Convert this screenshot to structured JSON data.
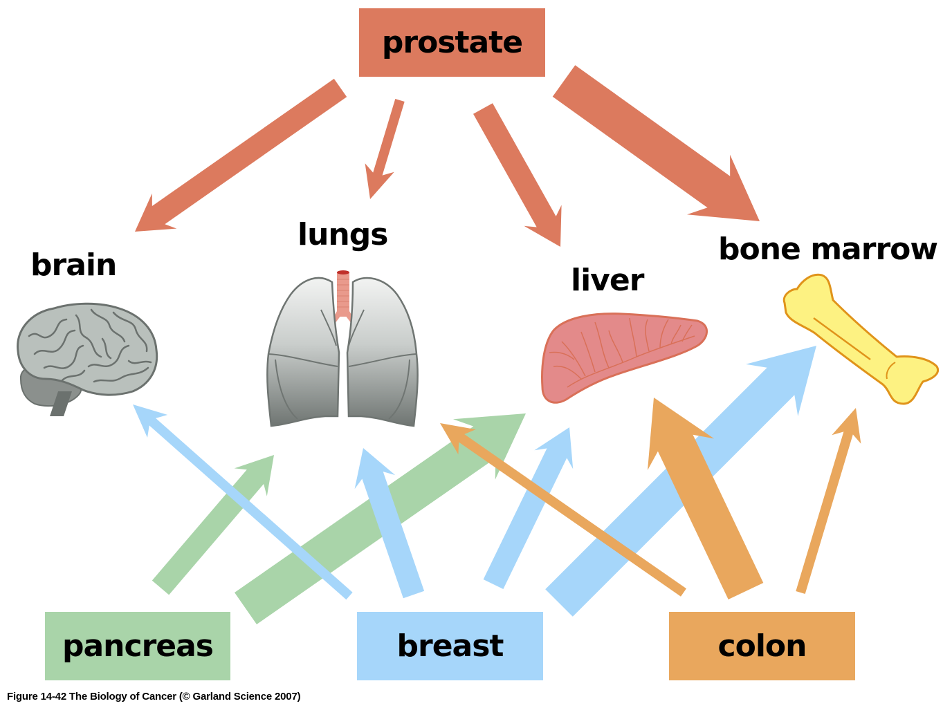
{
  "colors": {
    "prostate": "#dc7a5e",
    "pancreas": "#a9d4a9",
    "breast": "#a6d6fa",
    "colon": "#e9a75d",
    "liver_fill": "#e38a8a",
    "liver_stroke": "#d97058",
    "bone_fill": "#fdf282",
    "bone_stroke": "#e0931a",
    "brain_fill": "#b9c0bc",
    "brain_stroke": "#6b716e",
    "lung_light": "#e6e8e7",
    "lung_dark": "#6f7572",
    "trachea": "#e99a8c"
  },
  "sources": {
    "prostate": "prostate",
    "pancreas": "pancreas",
    "breast": "breast",
    "colon": "colon"
  },
  "targets": {
    "brain": "brain",
    "lungs": "lungs",
    "liver": "liver",
    "bone_marrow": "bone marrow"
  },
  "icons": {
    "brain": "brain-icon",
    "lungs": "lungs-icon",
    "liver": "liver-icon",
    "bone": "bone-icon"
  },
  "edges": [
    {
      "from": "prostate",
      "to": "brain",
      "strength": "medium"
    },
    {
      "from": "prostate",
      "to": "lungs",
      "strength": "low"
    },
    {
      "from": "prostate",
      "to": "liver",
      "strength": "medium"
    },
    {
      "from": "prostate",
      "to": "bone_marrow",
      "strength": "high"
    },
    {
      "from": "pancreas",
      "to": "lungs",
      "strength": "medium"
    },
    {
      "from": "pancreas",
      "to": "liver",
      "strength": "high"
    },
    {
      "from": "breast",
      "to": "brain",
      "strength": "low"
    },
    {
      "from": "breast",
      "to": "lungs",
      "strength": "medium"
    },
    {
      "from": "breast",
      "to": "liver",
      "strength": "medium"
    },
    {
      "from": "breast",
      "to": "bone_marrow",
      "strength": "high"
    },
    {
      "from": "colon",
      "to": "lungs",
      "strength": "low"
    },
    {
      "from": "colon",
      "to": "liver",
      "strength": "high"
    },
    {
      "from": "colon",
      "to": "bone_marrow",
      "strength": "low"
    }
  ],
  "caption": "Figure 14-42  The Biology of Cancer (© Garland Science 2007)"
}
